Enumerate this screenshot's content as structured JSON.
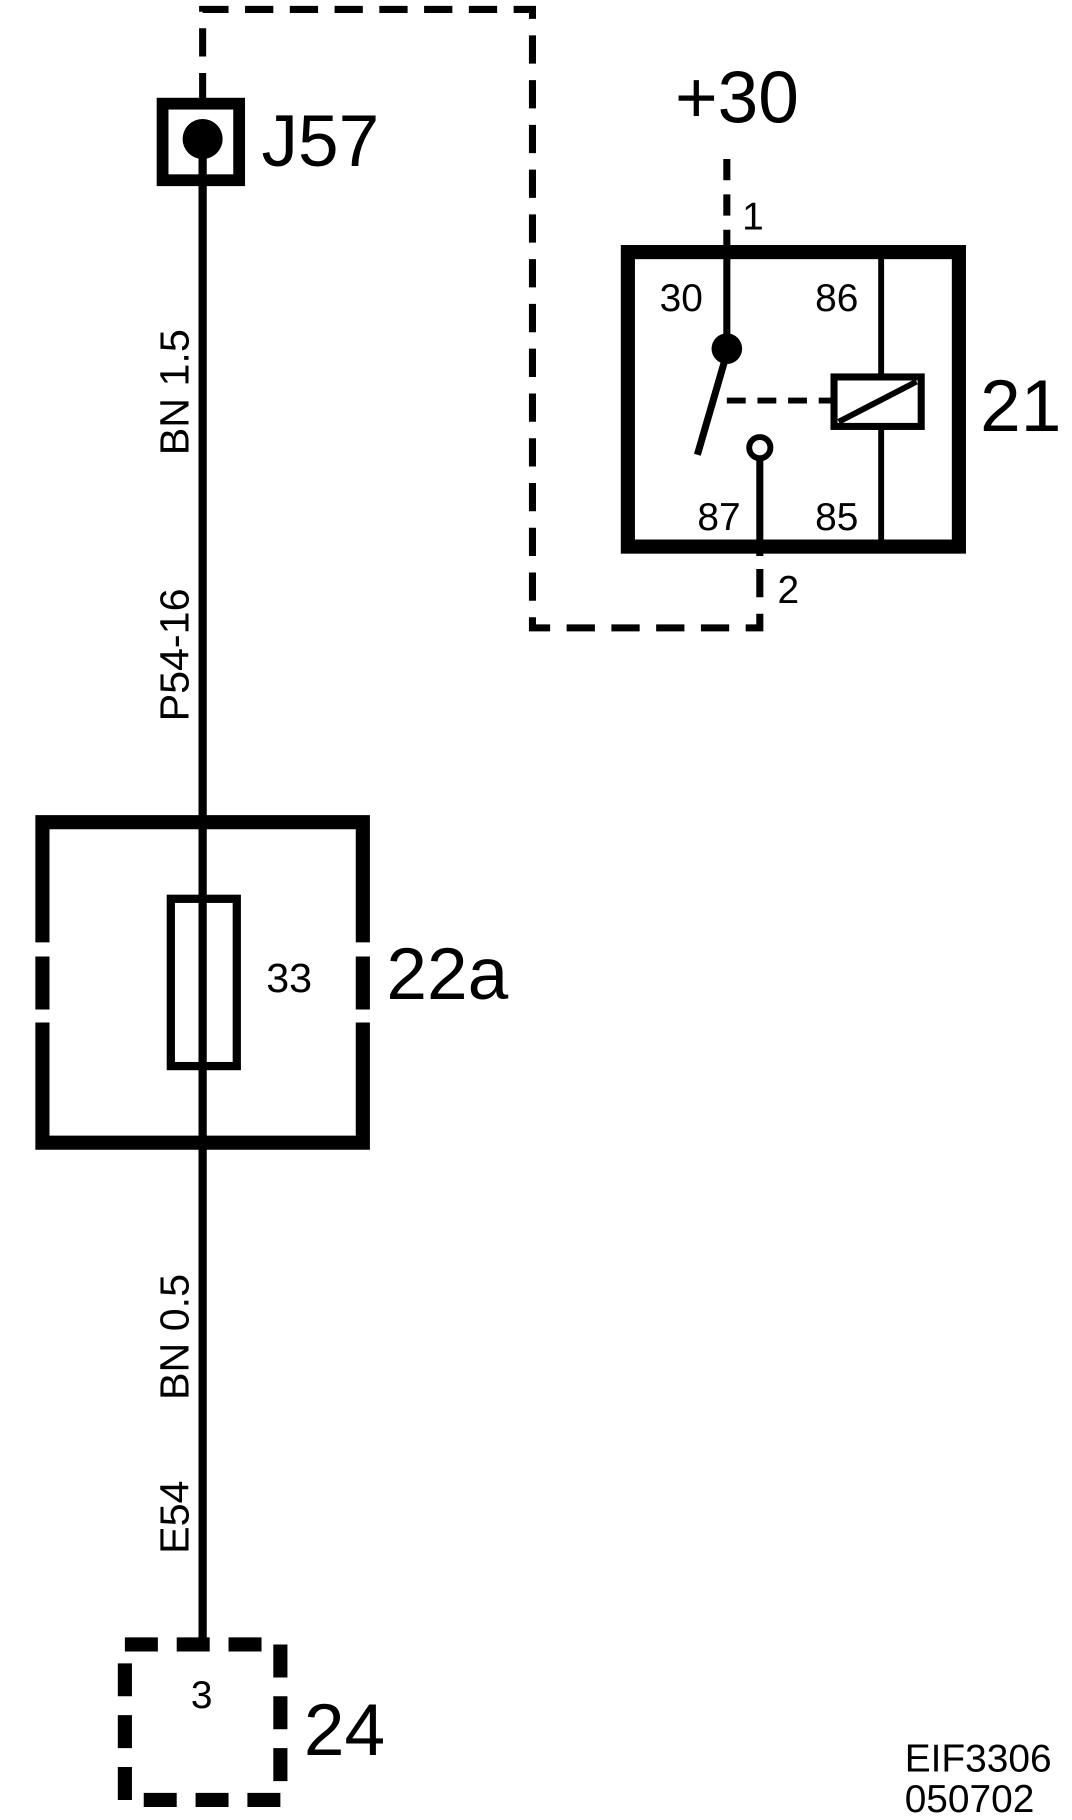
{
  "diagram": {
    "connector_j57": {
      "label": "J57"
    },
    "wire_upper": {
      "color_size": "BN 1.5",
      "circuit": "P54-16"
    },
    "fuse_box": {
      "label": "22a",
      "fuse_number": "33"
    },
    "wire_lower": {
      "color_size": "BN 0.5",
      "circuit": "E54"
    },
    "connector_24": {
      "label": "24",
      "pin": "3"
    },
    "relay": {
      "label": "21",
      "supply": "+30",
      "pin_in": "1",
      "pin_out": "2",
      "terminals": {
        "t30": "30",
        "t86": "86",
        "t87": "87",
        "t85": "85"
      }
    }
  },
  "footer": {
    "code": "EIF3306",
    "date": "050702"
  },
  "colors": {
    "line": "#000000",
    "background": "#ffffff"
  }
}
